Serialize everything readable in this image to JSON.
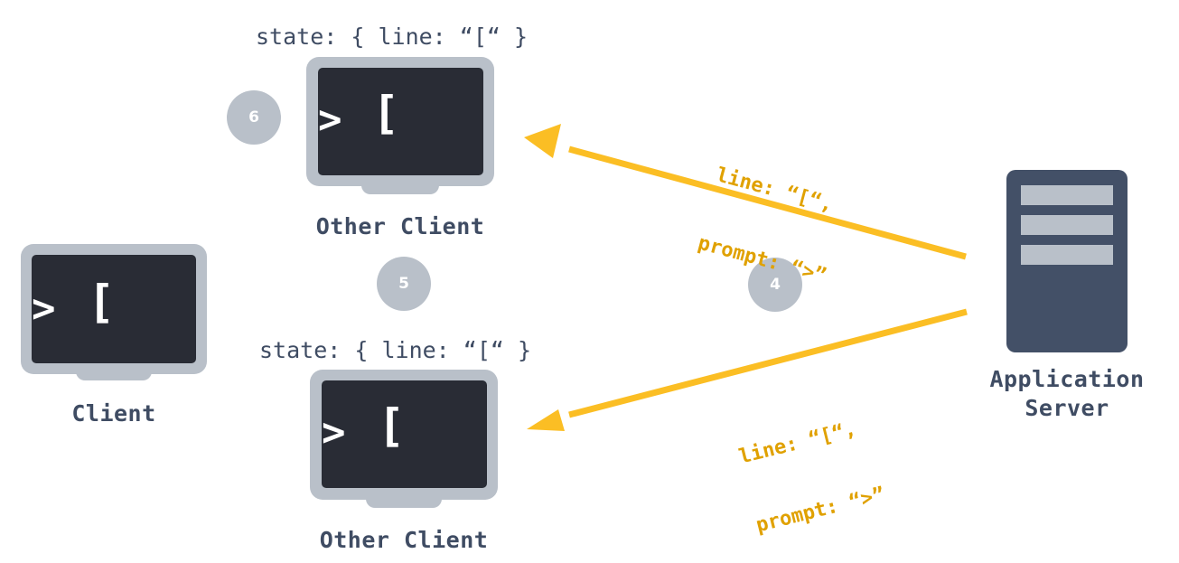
{
  "colors": {
    "arrow": "#fbbe24",
    "message_text": "#e0a100",
    "label_text": "#3f4c63",
    "monitor_frame": "#b9c0c9",
    "monitor_screen": "#292c35",
    "server_body": "#435067",
    "server_slot": "#b9c0c9",
    "step_circle": "#b9c0c9"
  },
  "nodes": {
    "client": {
      "label": "Client",
      "prompt": ">",
      "line": "["
    },
    "other_client_top": {
      "label": "Other Client",
      "prompt": ">",
      "line": "[",
      "state": "state: { line: “[“ }"
    },
    "other_client_bottom": {
      "label": "Other Client",
      "prompt": ">",
      "line": "[",
      "state": "state: { line: “[“ }"
    },
    "server": {
      "label_line1": "Application",
      "label_line2": "Server",
      "icon": "server-icon"
    }
  },
  "steps": [
    {
      "number": "6"
    },
    {
      "number": "5"
    },
    {
      "number": "4"
    }
  ],
  "messages": {
    "to_top": {
      "line1": "line: “[“,",
      "line2": "prompt: “>”"
    },
    "to_bottom": {
      "line1": "line: “[“,",
      "line2": "prompt: “>”"
    }
  }
}
